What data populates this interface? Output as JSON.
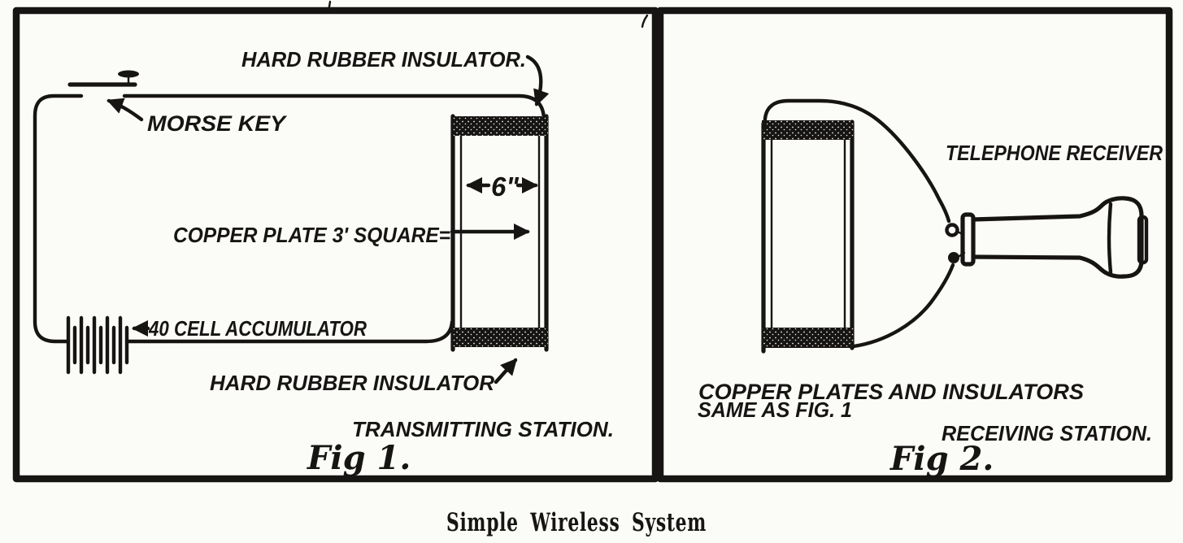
{
  "colors": {
    "ink": "#171513",
    "paper": "#fbfbf8"
  },
  "figure": {
    "caption": "Simple Wireless System",
    "fig1": {
      "name": "Fig 1.",
      "station": "TRANSMITTING STATION.",
      "labels": {
        "insulator_top": "HARD RUBBER INSULATOR.",
        "morse_key": "MORSE KEY",
        "copper_plate": "COPPER PLATE 3' SQUARE=",
        "plate_spacing": "6\"",
        "accumulator": "40 CELL ACCUMULATOR",
        "insulator_bottom": "HARD RUBBER INSULATOR"
      }
    },
    "fig2": {
      "name": "Fig 2.",
      "station": "RECEIVING STATION.",
      "labels": {
        "telephone_receiver": "TELEPHONE RECEIVER",
        "plates_note_line1": "COPPER PLATES AND INSULATORS",
        "plates_note_line2": "SAME AS FIG. 1"
      }
    }
  }
}
